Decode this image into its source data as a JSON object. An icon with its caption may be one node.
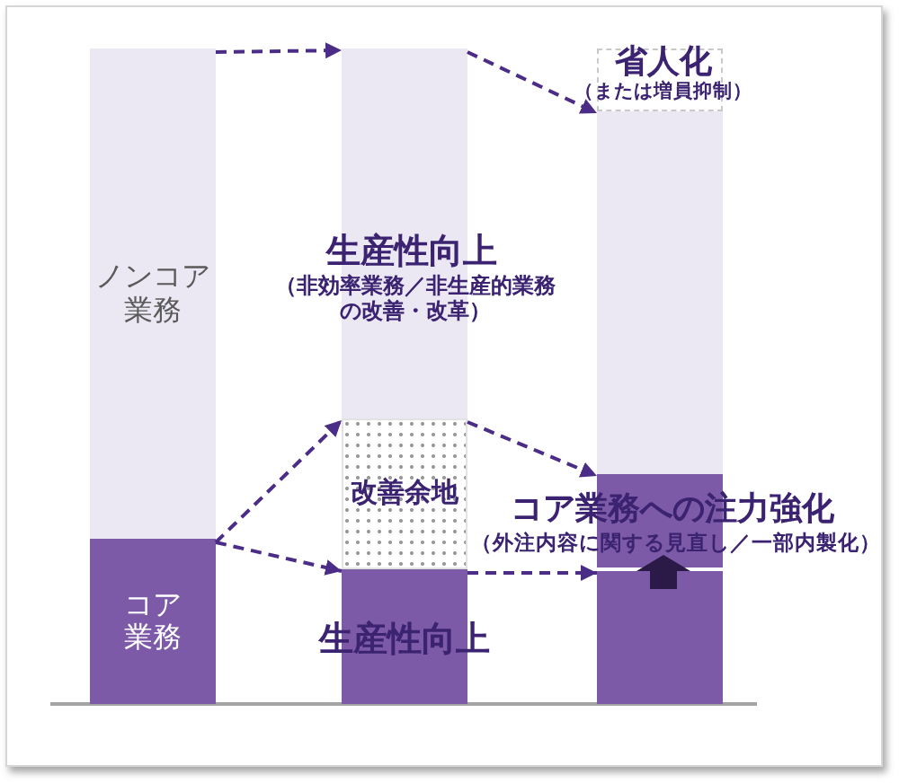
{
  "diagram": {
    "nodes": [
      {
        "text": [
          "ノンコア業務"
        ]
      },
      {
        "text": [
          "コア業務"
        ]
      },
      {
        "text": [
          "生産性向上",
          "（非効率業務／非生産的業務の改善・改革）"
        ]
      },
      {
        "text": [
          "改善余地"
        ]
      },
      {
        "text": [
          "生産性向上"
        ]
      },
      {
        "text": [
          "省人化",
          "（または増員抑制）"
        ]
      },
      {
        "text": [],
        "shape": "bar"
      },
      {
        "text": [
          "コア業務への注力強化",
          "（外注内容に関する見直し／一部内製化）"
        ]
      },
      {
        "text": [],
        "shape": "bar"
      }
    ],
    "edges": [
      {
        "from": 0,
        "to": 2,
        "arrow": "to",
        "style": "dashed"
      },
      {
        "from": 2,
        "to": 6,
        "arrow": "to",
        "style": "dashed"
      },
      {
        "from": 1,
        "to": 3,
        "arrow": "to",
        "style": "dashed"
      },
      {
        "from": 1,
        "to": 4,
        "arrow": "to",
        "style": "dashed"
      },
      {
        "from": 3,
        "to": 7,
        "arrow": "to",
        "style": "dashed"
      },
      {
        "from": 4,
        "to": 8,
        "arrow": "to",
        "style": "dashed"
      },
      {
        "from": 8,
        "to": 7,
        "arrow": "to",
        "style": "thick",
        "color": "#2b1947"
      }
    ]
  }
}
